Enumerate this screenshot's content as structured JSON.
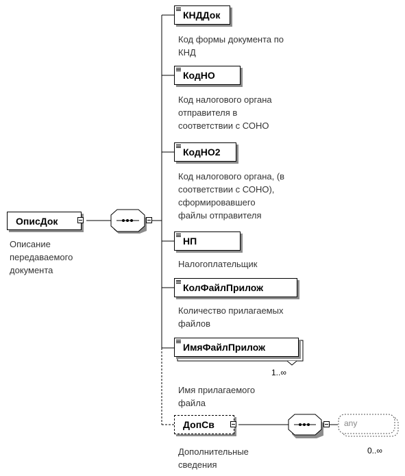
{
  "root": {
    "name": "ОписДок",
    "description": "Описание\nпередаваемого\nдокумента"
  },
  "elements": [
    {
      "name": "КНДДок",
      "description": "Код формы документа по\nКНД"
    },
    {
      "name": "КодНО",
      "description": "Код налогового органа\nотправителя в\nсоответствии с СОНО"
    },
    {
      "name": "КодНО2",
      "description": "Код налогового органа, (в\nсоответствии с СОНО),\nсформировавшего\nфайлы отправителя"
    },
    {
      "name": "НП",
      "description": "Налогоплательщик"
    },
    {
      "name": "КолФайлПрилож",
      "description": "Количество прилагаемых\nфайлов"
    },
    {
      "name": "ИмяФайлПрилож",
      "description": "Имя прилагаемого\nфайла",
      "occurrence": "1..∞"
    },
    {
      "name": "ДопСв",
      "description": "Дополнительные\nсведения"
    }
  ],
  "any_element": {
    "label": "any",
    "occurrence": "0..∞"
  },
  "colors": {
    "line": "#000000",
    "shadow": "#8c8c8c",
    "description_text": "#333333",
    "any_text": "#888888"
  }
}
